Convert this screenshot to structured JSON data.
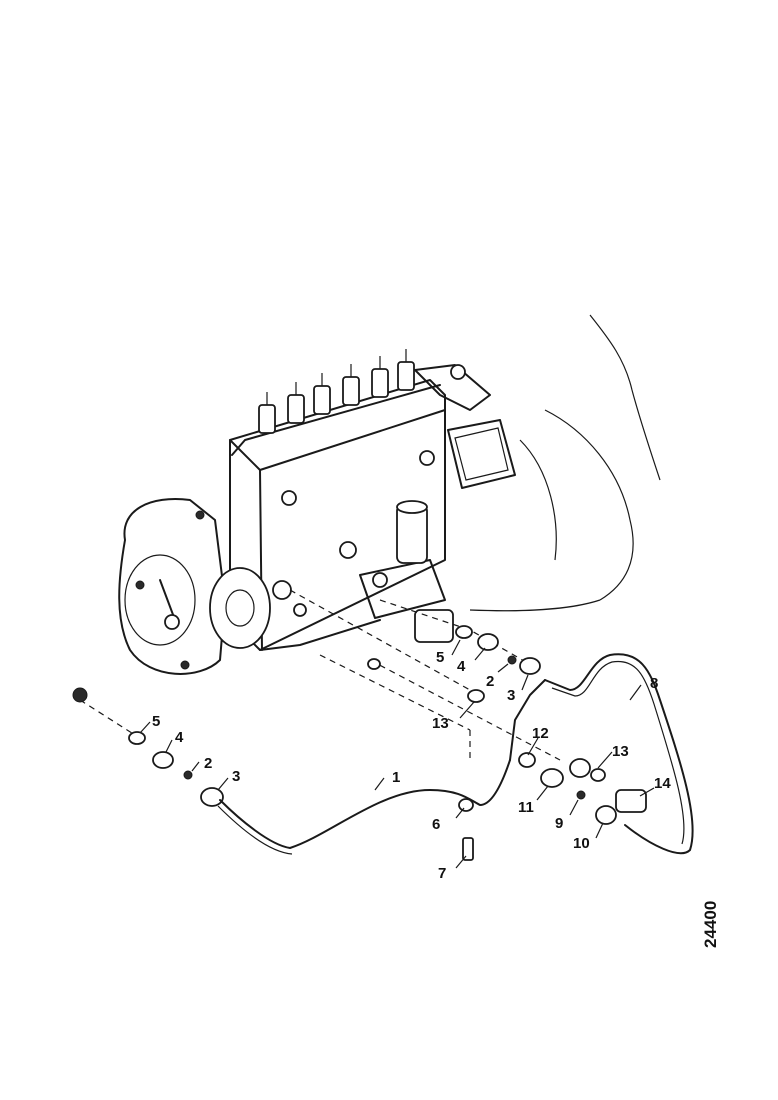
{
  "figure": {
    "reference_number": "24400"
  },
  "callouts": [
    {
      "id": "c1",
      "label": "1"
    },
    {
      "id": "c2a",
      "label": "2"
    },
    {
      "id": "c2b",
      "label": "2"
    },
    {
      "id": "c3a",
      "label": "3"
    },
    {
      "id": "c3b",
      "label": "3"
    },
    {
      "id": "c4a",
      "label": "4"
    },
    {
      "id": "c4b",
      "label": "4"
    },
    {
      "id": "c5a",
      "label": "5"
    },
    {
      "id": "c5b",
      "label": "5"
    },
    {
      "id": "c6",
      "label": "6"
    },
    {
      "id": "c7",
      "label": "7"
    },
    {
      "id": "c8",
      "label": "8"
    },
    {
      "id": "c9",
      "label": "9"
    },
    {
      "id": "c10",
      "label": "10"
    },
    {
      "id": "c11",
      "label": "11"
    },
    {
      "id": "c12",
      "label": "12"
    },
    {
      "id": "c13a",
      "label": "13"
    },
    {
      "id": "c13b",
      "label": "13"
    },
    {
      "id": "c14",
      "label": "14"
    }
  ]
}
